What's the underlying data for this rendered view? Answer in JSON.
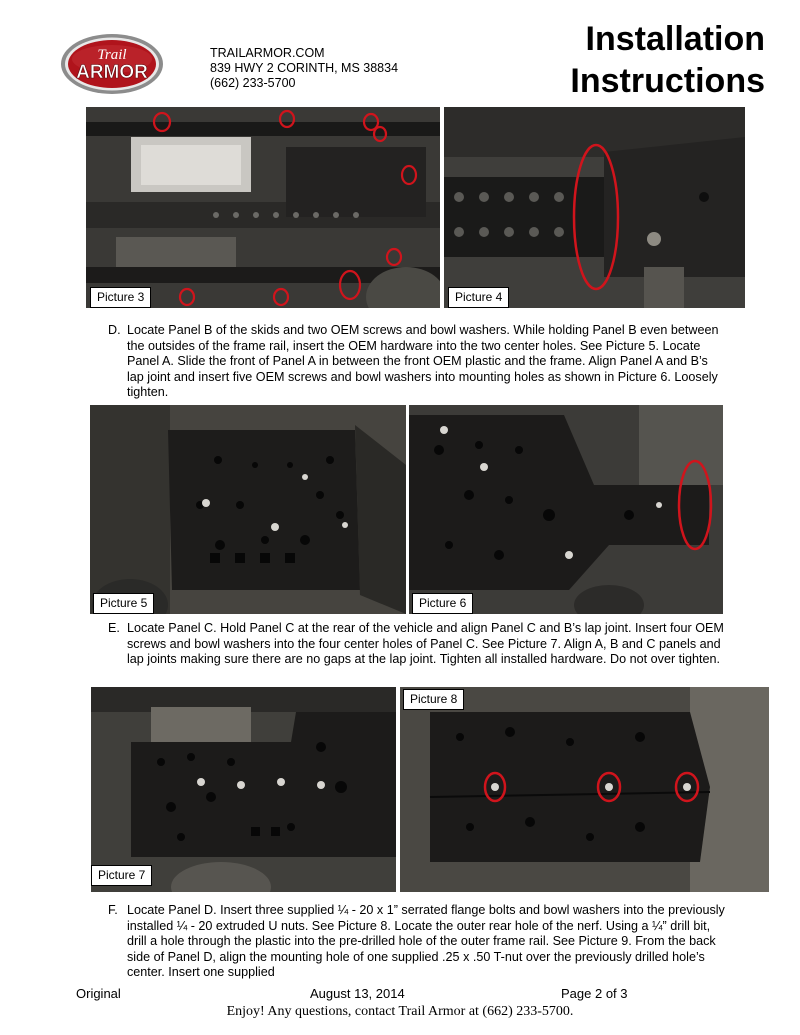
{
  "header": {
    "logo_text": [
      "Trail",
      "ARMOR"
    ],
    "company_name": "TRAILARMOR.COM",
    "address": "839 HWY 2 CORINTH, MS 38834",
    "phone": "(662) 233-5700",
    "title_line1": "Installation",
    "title_line2": "Instructions"
  },
  "pictures": {
    "p3": "Picture 3",
    "p4": "Picture 4",
    "p5": "Picture 5",
    "p6": "Picture 6",
    "p7": "Picture 7",
    "p8": "Picture 8"
  },
  "steps": {
    "d_letter": "D.",
    "d_text": "Locate Panel B of the skids and two OEM screws and bowl washers.  While holding Panel B even between the outsides of the frame rail, insert the OEM hardware into the two center holes.  See Picture 5. Locate Panel A.  Slide the front of Panel A in between the front OEM plastic and the frame. Align Panel A and B’s lap joint and insert five OEM screws and bowl washers into mounting holes as shown in Picture 6.  Loosely tighten.",
    "e_letter": "E.",
    "e_text": "Locate Panel C. Hold Panel C at the rear of the vehicle and align Panel C and B’s lap joint.  Insert four OEM screws and bowl washers into the four center holes of Panel C.  See Picture 7.  Align A, B and C panels and lap joints making sure there are no gaps at the lap joint.  Tighten all installed hardware.  Do not over tighten.",
    "f_letter": "F.",
    "f_text": "Locate Panel D.  Insert three supplied ¼ - 20 x 1” serrated flange bolts and bowl washers into the previously installed ¼ - 20 extruded U nuts.  See Picture 8.  Locate the outer rear hole of the nerf.  Using a ¼” drill bit, drill a hole through the plastic into the pre-drilled hole of the outer frame rail. See Picture 9.  From the back side of Panel D, align the mounting hole of one supplied .25 x .50 T-nut over the previously drilled hole’s center.  Insert one supplied"
  },
  "footer": {
    "revision": "Original",
    "date": "August 13, 2014",
    "page": "Page 2 of 3",
    "contact": "Enjoy! Any questions, contact Trail Armor at (662) 233-5700."
  },
  "colors": {
    "highlight_circle": "#d0141c",
    "logo_red": "#b0141c",
    "panel_dark": "#1d1c1b"
  }
}
